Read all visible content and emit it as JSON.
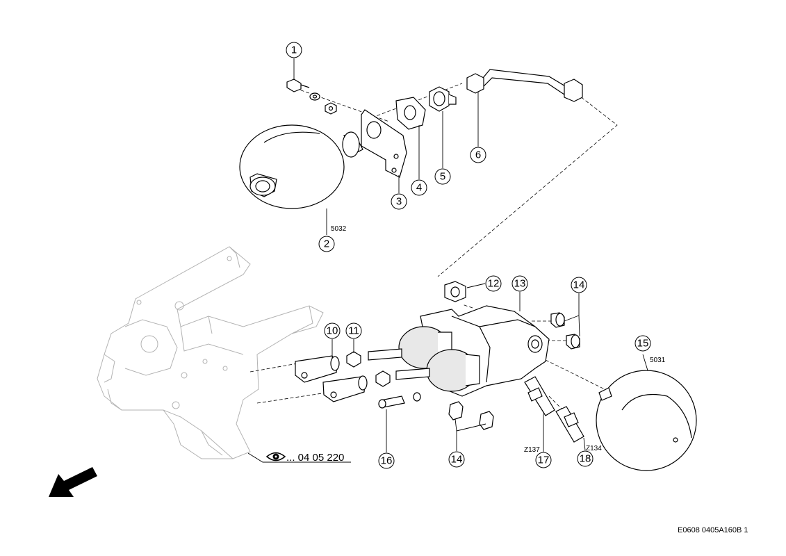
{
  "callouts": {
    "c1": "1",
    "c2": "2",
    "c3": "3",
    "c4": "4",
    "c5": "5",
    "c6": "6",
    "c10": "10",
    "c11": "11",
    "c12": "12",
    "c13": "13",
    "c14a": "14",
    "c14b": "14",
    "c15": "15",
    "c16": "16",
    "c17": "17",
    "c18": "18"
  },
  "part_codes": {
    "accumulator_top": "5032",
    "accumulator_bottom": "5031",
    "sensor_17": "Z137",
    "sensor_18": "Z134"
  },
  "reference": {
    "text": "... 04 05 220",
    "icon": "eye-icon"
  },
  "direction_arrow": "arrow-down-left-icon",
  "footer": {
    "code": "E0608 0405A160B 1"
  }
}
